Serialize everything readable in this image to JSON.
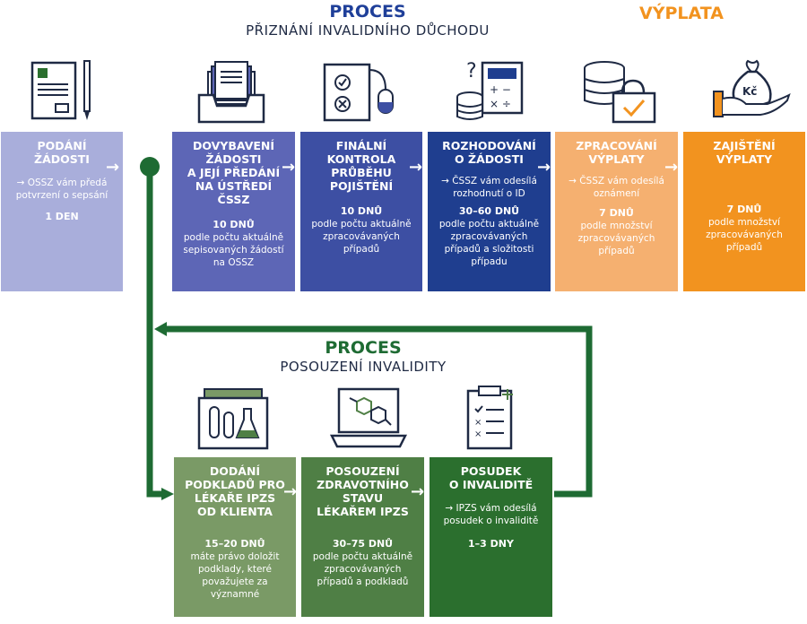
{
  "process1": {
    "label": "PROCES",
    "subtitle": "PŘIZNÁNÍ INVALIDNÍHO DŮCHODU",
    "payout_label": "VÝPLATA"
  },
  "process2": {
    "label": "PROCES",
    "subtitle": "POSOUZENÍ INVALIDITY"
  },
  "colors": {
    "navy": "#1f3f99",
    "green_dark": "#1e6b33",
    "orange": "#f2931f",
    "lavender": "#a9aedb",
    "indigo": "#5d66b6",
    "blue_mid": "#3d4fa3",
    "blue_dark": "#1f3e8f",
    "peach": "#f5b070",
    "green1": "#7a9a66",
    "green2": "#4f7f45",
    "green3": "#2b6f2e"
  },
  "steps_top": [
    {
      "title": "PODÁNÍ\nŽÁDOSTI",
      "note": "→ OSSZ vám předá potvrzení o sepsání",
      "duration": "1 DEN",
      "duration_detail": ""
    },
    {
      "title": "DOVYBAVENÍ\nŽÁDOSTI\nA JEJÍ PŘEDÁNÍ\nNA ÚSTŘEDÍ ČSSZ",
      "note": "",
      "duration": "10 DNŮ",
      "duration_detail": "podle počtu aktuálně sepisovaných žádostí na OSSZ"
    },
    {
      "title": "FINÁLNÍ\nKONTROLA\nPRŮBĚHU\nPOJIŠTĚNÍ",
      "note": "",
      "duration": "10 DNŮ",
      "duration_detail": "podle počtu aktuálně zpracovávaných případů"
    },
    {
      "title": "ROZHODOVÁNÍ\nO ŽÁDOSTI",
      "note": "→ ČSSZ vám odesílá rozhodnutí o ID",
      "duration": "30–60 DNŮ",
      "duration_detail": "podle počtu aktuálně zpracovávaných případů a složitosti případu"
    },
    {
      "title": "ZPRACOVÁNÍ\nVÝPLATY",
      "note": "→ ČSSZ vám odesílá oznámení",
      "duration": "7 DNŮ",
      "duration_detail": "podle množství zpracovávaných případů"
    },
    {
      "title": "ZAJIŠTĚNÍ\nVÝPLATY",
      "note": "",
      "duration": "7 DNŮ",
      "duration_detail": "podle množství zpracovávaných případů"
    }
  ],
  "steps_bottom": [
    {
      "title": "DODÁNÍ\nPODKLADŮ PRO\nLÉKAŘE IPZS\nOD KLIENTA",
      "note": "",
      "duration": "15–20 DNŮ",
      "duration_detail": "máte právo doložit podklady, které považujete za významné"
    },
    {
      "title": "POSOUZENÍ\nZDRAVOTNÍHO\nSTAVU\nLÉKAŘEM IPZS",
      "note": "",
      "duration": "30–75 DNŮ",
      "duration_detail": "podle počtu aktuálně zpracovávaných případů a podkladů"
    },
    {
      "title": "POSUDEK\nO INVALIDITĚ",
      "note": "→ IPZS vám odesílá posudek o invaliditě",
      "duration": "1–3 DNY",
      "duration_detail": ""
    }
  ],
  "icons": {
    "top": [
      "document-pen-icon",
      "inbox-tray-icon",
      "checklist-mouse-icon",
      "calculator-coins-icon",
      "database-checkbox-icon",
      "hand-moneybag-icon"
    ],
    "bottom": [
      "lab-case-icon",
      "laptop-molecule-icon",
      "clipboard-checklist-icon"
    ],
    "money_symbol": "Kč"
  }
}
